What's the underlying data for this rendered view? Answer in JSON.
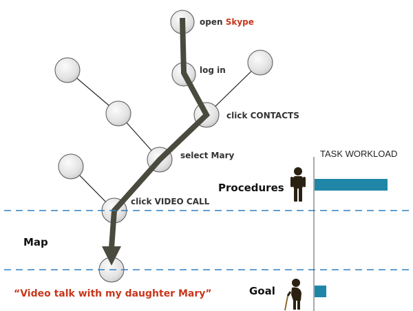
{
  "steps": {
    "open_prefix": "open ",
    "open_app": "Skype",
    "log_in": "log in",
    "click_contacts": "click CONTACTS",
    "select_mary": "select Mary",
    "click_video_call": "click VIDEO CALL"
  },
  "labels": {
    "task_workload": "TASK WORKLOAD",
    "procedures": "Procedures",
    "map": "Map",
    "goal": "Goal",
    "goal_quote": "“Video talk with my daughter Mary”"
  },
  "workload": {
    "procedures_level": 0.74,
    "goal_level": 0.12
  },
  "colors": {
    "accent_red": "#c8361b",
    "bar_blue": "#1f86a8",
    "dash_blue": "#2e7fc0",
    "path_dark": "#4a4a3e",
    "node_fill": "#e6e6e6"
  },
  "icons": [
    "standing-person-icon",
    "elderly-person-with-cane-icon"
  ]
}
